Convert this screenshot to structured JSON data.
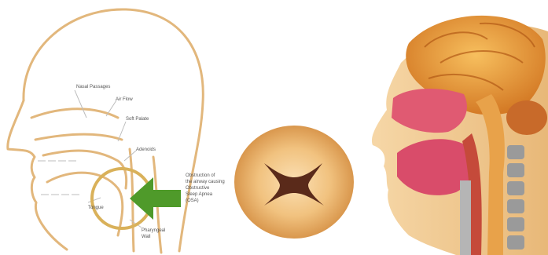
{
  "labels": {
    "nasal_passages": "Nasal Passages",
    "air_flow": "Air Flow",
    "soft_palate": "Soft Palate",
    "adenoids": "Adenoids",
    "obstruction_1": "Obstruction of",
    "obstruction_2": "the airway causing",
    "obstruction_3": "Obstructive",
    "obstruction_4": "Sleep Apnea",
    "obstruction_5": "(OSA)",
    "tongue": "Tongue",
    "pharyngeal_wall": "Pharyngeal",
    "pharyngeal_wall_2": "Wall"
  },
  "colors": {
    "outline": "#e2b77c",
    "arrow": "#4f9a2a",
    "circle": "#d9b15a",
    "skin": "#f2c98e",
    "brain": "#e89a3c",
    "airway": "#d94c6a"
  }
}
